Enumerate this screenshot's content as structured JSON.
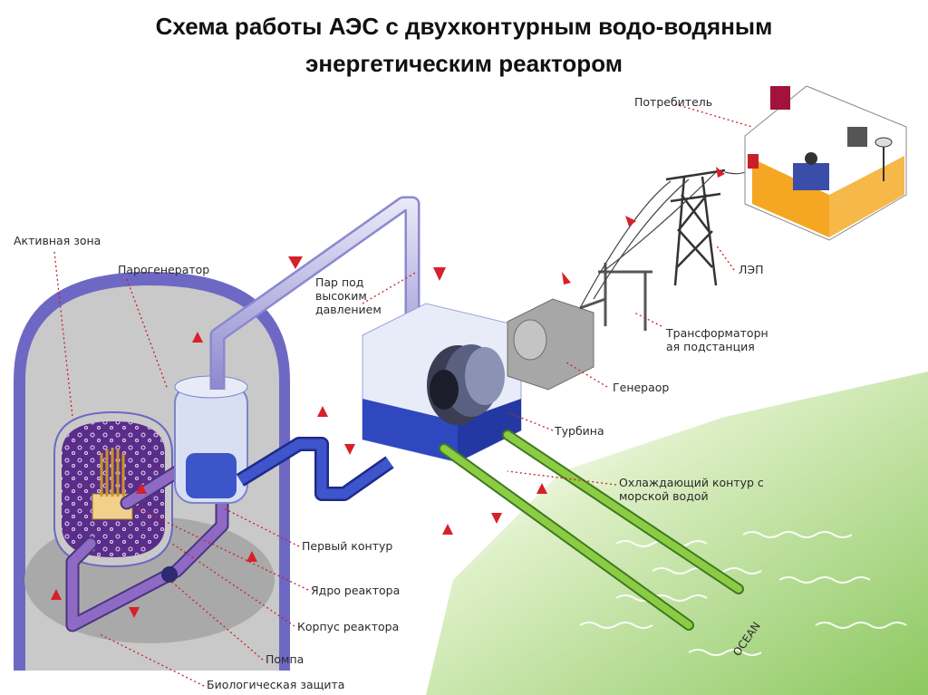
{
  "title": {
    "line1": "Схема работы АЭС с двухконтурным водо-водяным",
    "line2": "энергетическим реактором"
  },
  "labels": {
    "active_zone": "Активная зона",
    "steam_generator": "Парогенератор",
    "steam_high_pressure": [
      "Пар под",
      "высоким",
      "давлением"
    ],
    "consumer": "Потребитель",
    "power_line": "ЛЭП",
    "transformer_substation": [
      "Трансформаторн",
      "ая подстанция"
    ],
    "generator": "Генераор",
    "turbine": "Турбина",
    "cooling_circuit": [
      "Охлаждающий контур с",
      "морской водой"
    ],
    "first_circuit": "Первый контур",
    "reactor_core": "Ядро реактора",
    "reactor_vessel": "Корпус реактора",
    "pump": "Помпа",
    "bio_shield": "Биологическая защита",
    "ocean": "OCEAN"
  },
  "colors": {
    "vessel_outer": "#6d68c4",
    "core_purple": "#5a2d8a",
    "primary_pipe": "#7a55b0",
    "steam_pipe": "#c9c7e6",
    "water_blue": "#2c3fb8",
    "cooling_green": "#7ab93a",
    "house_orange": "#f5a623",
    "arrow_red": "#d8202a"
  }
}
